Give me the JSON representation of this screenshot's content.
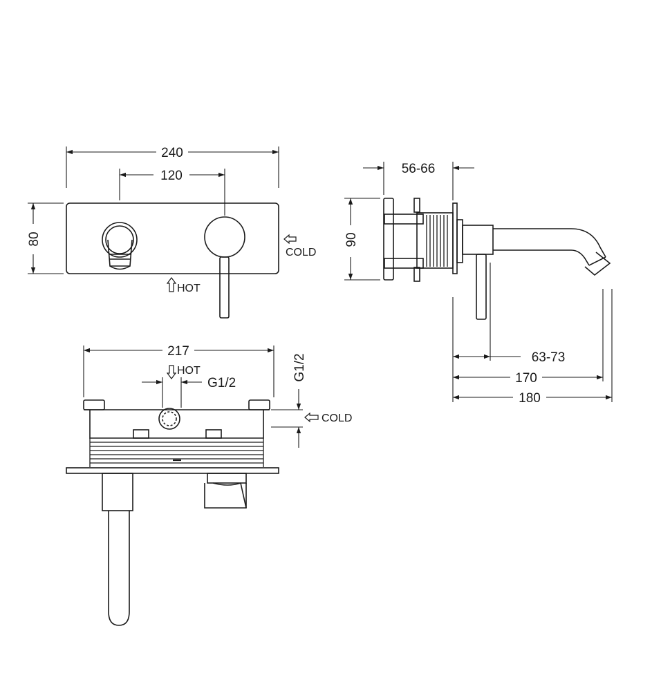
{
  "front_view": {
    "width": "240",
    "spacing": "120",
    "height": "80",
    "cold_label": "COLD",
    "hot_label": "HOT"
  },
  "side_view": {
    "depth_range": "56-66",
    "height": "90",
    "handle_offset": "63-73",
    "spout_reach": "170",
    "total_reach": "180"
  },
  "top_view": {
    "width": "217",
    "hot_label": "HOT",
    "inlet_thread": "G1/2",
    "side_thread": "G1/2",
    "cold_label": "COLD"
  },
  "colors": {
    "line": "#1a1a1a",
    "background": "#ffffff"
  },
  "arrow_icon": "outline-arrow"
}
